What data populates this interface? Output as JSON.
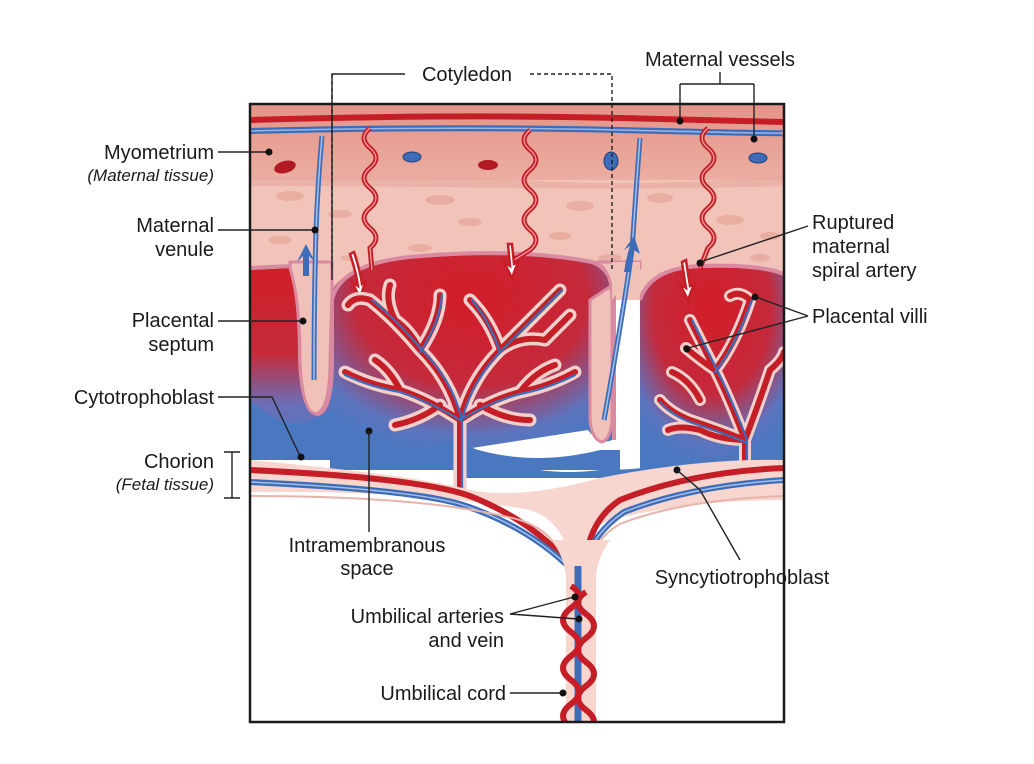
{
  "labels": {
    "cotyledon": "Cotyledon",
    "maternal_vessels": "Maternal vessels",
    "myometrium": "Myometrium",
    "myometrium_sub": "(Maternal tissue)",
    "maternal_venule_1": "Maternal",
    "maternal_venule_2": "venule",
    "placental_septum_1": "Placental",
    "placental_septum_2": "septum",
    "cytotrophoblast": "Cytotrophoblast",
    "chorion": "Chorion",
    "chorion_sub": "(Fetal tissue)",
    "ruptured_1": "Ruptured",
    "ruptured_2": "maternal",
    "ruptured_3": "spiral artery",
    "placental_villi": "Placental villi",
    "intramembranous_1": "Intramembranous",
    "intramembranous_2": "space",
    "syncytiotrophoblast": "Syncytiotrophoblast",
    "umbilical_av_1": "Umbilical arteries",
    "umbilical_av_2": "and vein",
    "umbilical_cord": "Umbilical cord"
  },
  "colors": {
    "maternal_blood": "#d0222b",
    "deoxygenated_blood": "#4a78c0",
    "myometrium_tissue": "#e9a39a",
    "decidua_tissue": "#f2c7bd",
    "chorion_tissue": "#f6d6cf",
    "outline": "#1a1a1a"
  }
}
